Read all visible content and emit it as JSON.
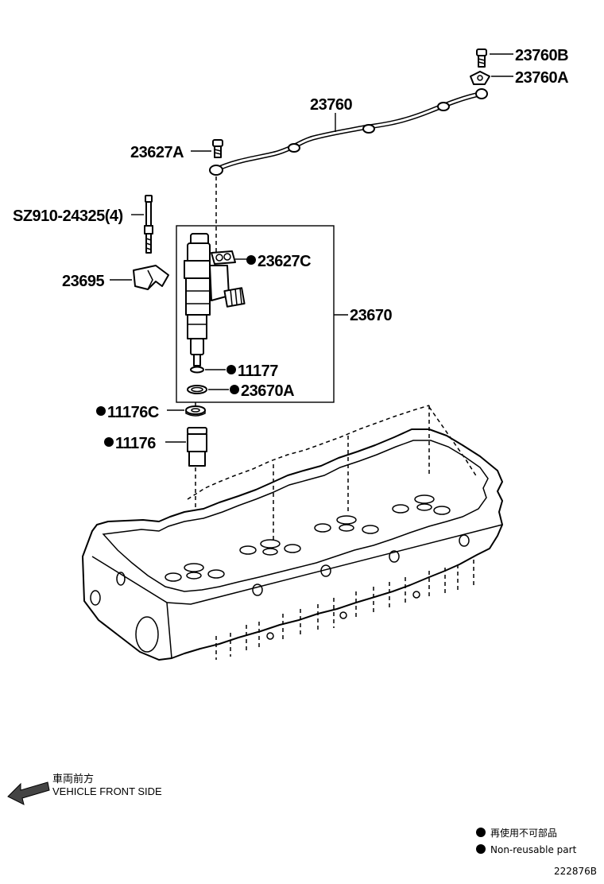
{
  "parts": {
    "p23760B": "23760B",
    "p23760A": "23760A",
    "p23760": "23760",
    "p23627A": "23627A",
    "pSZ910": "SZ910-24325(4)",
    "p23695": "23695",
    "p23627C": "23627C",
    "p23670": "23670",
    "p11177": "11177",
    "p23670A": "23670A",
    "p11176C": "11176C",
    "p11176": "11176"
  },
  "direction": {
    "jp": "車両前方",
    "en": "VEHICLE FRONT SIDE"
  },
  "legend": {
    "jp": "再使用不可部品",
    "en": "Non-reusable part"
  },
  "drawing_number": "222876B"
}
